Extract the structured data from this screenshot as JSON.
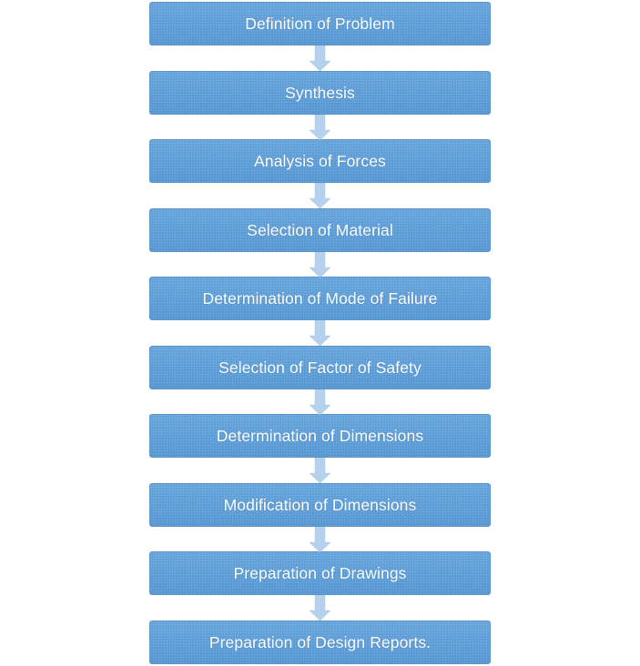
{
  "steps": [
    {
      "label": "Definition of Problem"
    },
    {
      "label": "Synthesis"
    },
    {
      "label": "Analysis of Forces"
    },
    {
      "label": "Selection of Material"
    },
    {
      "label": "Determination of Mode of Failure"
    },
    {
      "label": "Selection of Factor of Safety"
    },
    {
      "label": "Determination of Dimensions"
    },
    {
      "label": "Modification of Dimensions"
    },
    {
      "label": "Preparation of Drawings"
    },
    {
      "label": "Preparation of Design Reports."
    }
  ],
  "colors": {
    "box_fill": "#5b9bd5",
    "text": "#ffffff",
    "arrow_fill": "#b7d1ec"
  },
  "icons": {
    "connector": "down-arrow-icon"
  }
}
